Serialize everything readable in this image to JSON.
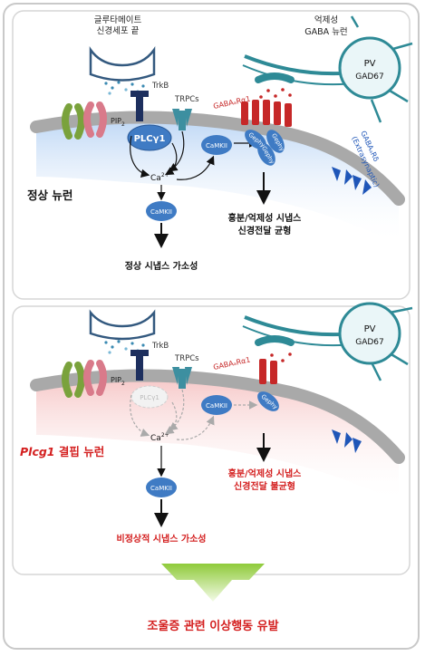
{
  "top": {
    "glutamate_terminal": [
      "글루타메이트",
      "신경세포 끝"
    ],
    "inhibitory_neuron": [
      "억제성",
      "GABA 뉴런"
    ],
    "pv_cell": [
      "PV",
      "GAD67"
    ],
    "trkb": "TrkB",
    "trpcs": "TRPCs",
    "pip_main": "PIP",
    "pip_sub": "2",
    "plcg": "PLCγ1",
    "camkii": "CaMKII",
    "ca_main": "Ca",
    "ca_sup": "2+",
    "gaba_ra": "GABAₐRα1",
    "gephy": "Gephy",
    "gaba_rd": [
      "GABAₐRδ",
      "(Extrasynaptic)"
    ],
    "neuron_label": "정상 뉴런",
    "balance": [
      "흥분/억제성 시냅스",
      "신경전달 균형"
    ],
    "plasticity": "정상 시냅스 가소성"
  },
  "bottom": {
    "pv_cell": [
      "PV",
      "GAD67"
    ],
    "trkb": "TrkB",
    "trpcs": "TRPCs",
    "pip_main": "PIP",
    "pip_sub": "2",
    "plcg_ghost": "PLCγ1",
    "camkii": "CaMKII",
    "ca_main": "Ca",
    "ca_sup": "2+",
    "gaba_ra": "GABAₐRα1",
    "gephy": "Gephy",
    "neuron_label_italic": "Plcg1",
    "neuron_label_rest": " 결핍 뉴런",
    "imbalance": [
      "흥분/억제성 시냅스",
      "신경전달 불균형"
    ],
    "plasticity": "비정상적 시냅스 가소성"
  },
  "outcome": "조울증 관련 이상행동 유발",
  "colors": {
    "membrane": "#a9a9a9",
    "receptor_red": "#c62828",
    "receptor_blue": "#1f56b8",
    "receptor_teal": "#3d8fa0",
    "receptor_green": "#7aa23c",
    "enzyme_blue": "#3f7bc4",
    "dendrite": "#2e8a96",
    "label_red": "#d42020",
    "arrow_green": "#7dbf2a"
  }
}
